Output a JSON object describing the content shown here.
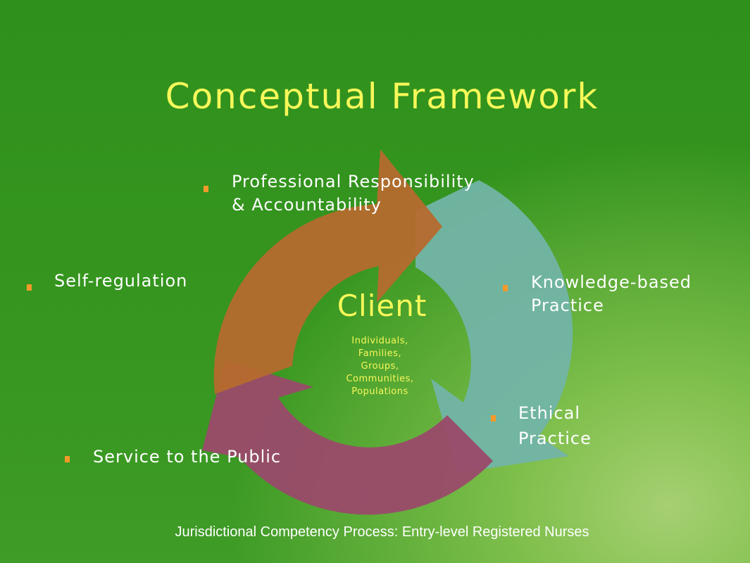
{
  "title": "Conceptual Framework",
  "center": {
    "title": "Client",
    "items": [
      "Individuals,",
      "Families,",
      "Groups,",
      "Communities,",
      "Populations"
    ]
  },
  "labels": {
    "top": [
      "Professional Responsibility",
      "& Accountability"
    ],
    "left": "Self-regulation",
    "right": [
      "Knowledge-based",
      "Practice"
    ],
    "ethical": [
      "Ethical",
      "Practice"
    ],
    "bottom": "Service to the Public"
  },
  "footer": "Jurisdictional Competency Process: Entry-level Registered Nurses",
  "colors": {
    "background": "#2f901c",
    "title": "#f8f85a",
    "bullet": "#f59a2a",
    "arrow_orange": "#b56a2e",
    "arrow_teal": "#72b4a6",
    "arrow_maroon": "#9a4a6a"
  }
}
